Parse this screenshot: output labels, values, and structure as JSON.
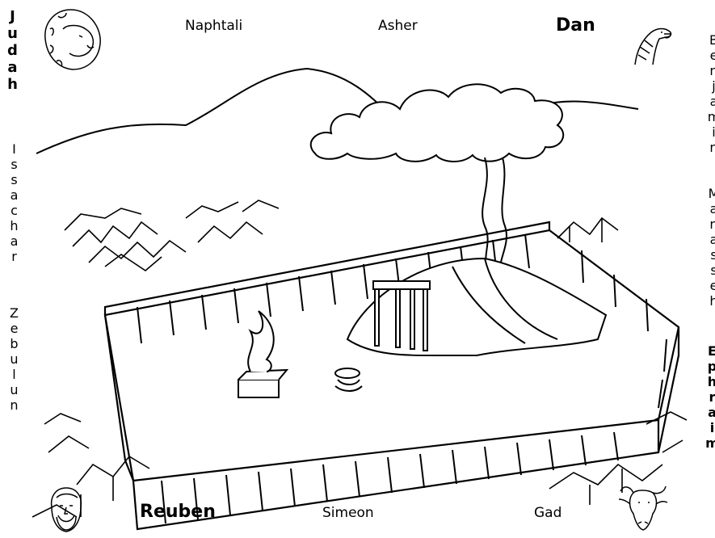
{
  "tribes": {
    "judah": "Judah",
    "issachar": "Issachar",
    "zebulun": "Zebulun",
    "naphtali": "Naphtali",
    "asher": "Asher",
    "dan": "Dan",
    "reuben": "Reuben",
    "simeon": "Simeon",
    "gad": "Gad",
    "ephraim": "Ephraim",
    "manasseh": "Manasseh",
    "benjamin": "Benjamin"
  },
  "emblems": {
    "judah": "lion-icon",
    "dan": "eagle-icon",
    "reuben": "man-face-icon",
    "ephraim": "ox-icon"
  }
}
